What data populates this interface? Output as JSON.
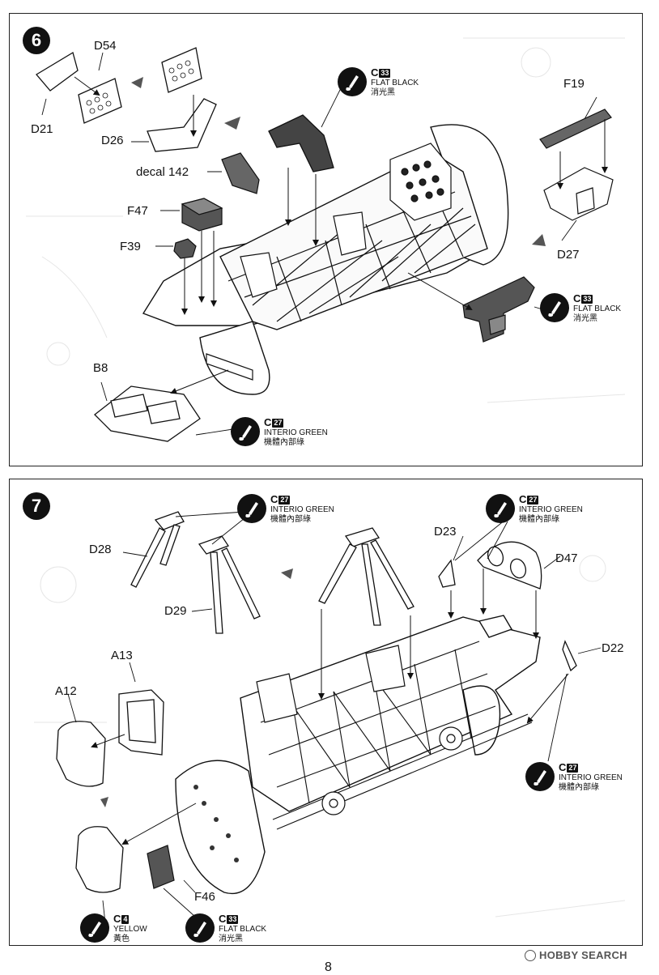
{
  "page_number": "8",
  "watermark": "HOBBY SEARCH",
  "paint_icon": "paint-brush-icon",
  "steps": {
    "six": {
      "number": "6",
      "parts": {
        "d54": "D54",
        "d21": "D21",
        "d26": "D26",
        "decal142": "decal 142",
        "f47": "F47",
        "f39": "F39",
        "b8": "B8",
        "f19": "F19",
        "d27": "D27"
      },
      "paints": [
        {
          "code": "C",
          "num": "33",
          "en": "FLAT BLACK",
          "zh": "消光黑"
        },
        {
          "code": "C",
          "num": "33",
          "en": "FLAT BLACK",
          "zh": "消光黑"
        },
        {
          "code": "C",
          "num": "27",
          "en": "INTERIO GREEN",
          "zh": "機體內部綠"
        }
      ]
    },
    "seven": {
      "number": "7",
      "parts": {
        "d28": "D28",
        "d29": "D29",
        "d23": "D23",
        "d47": "D47",
        "d22": "D22",
        "a13": "A13",
        "a12": "A12",
        "f46": "F46"
      },
      "paints": [
        {
          "code": "C",
          "num": "27",
          "en": "INTERIO GREEN",
          "zh": "機體內部綠"
        },
        {
          "code": "C",
          "num": "27",
          "en": "INTERIO GREEN",
          "zh": "機體內部綠"
        },
        {
          "code": "C",
          "num": "27",
          "en": "INTERIO GREEN",
          "zh": "機體內部綠"
        },
        {
          "code": "C",
          "num": "4",
          "en": "YELLOW",
          "zh": "黃色"
        },
        {
          "code": "C",
          "num": "33",
          "en": "FLAT BLACK",
          "zh": "消光黑"
        }
      ]
    }
  }
}
